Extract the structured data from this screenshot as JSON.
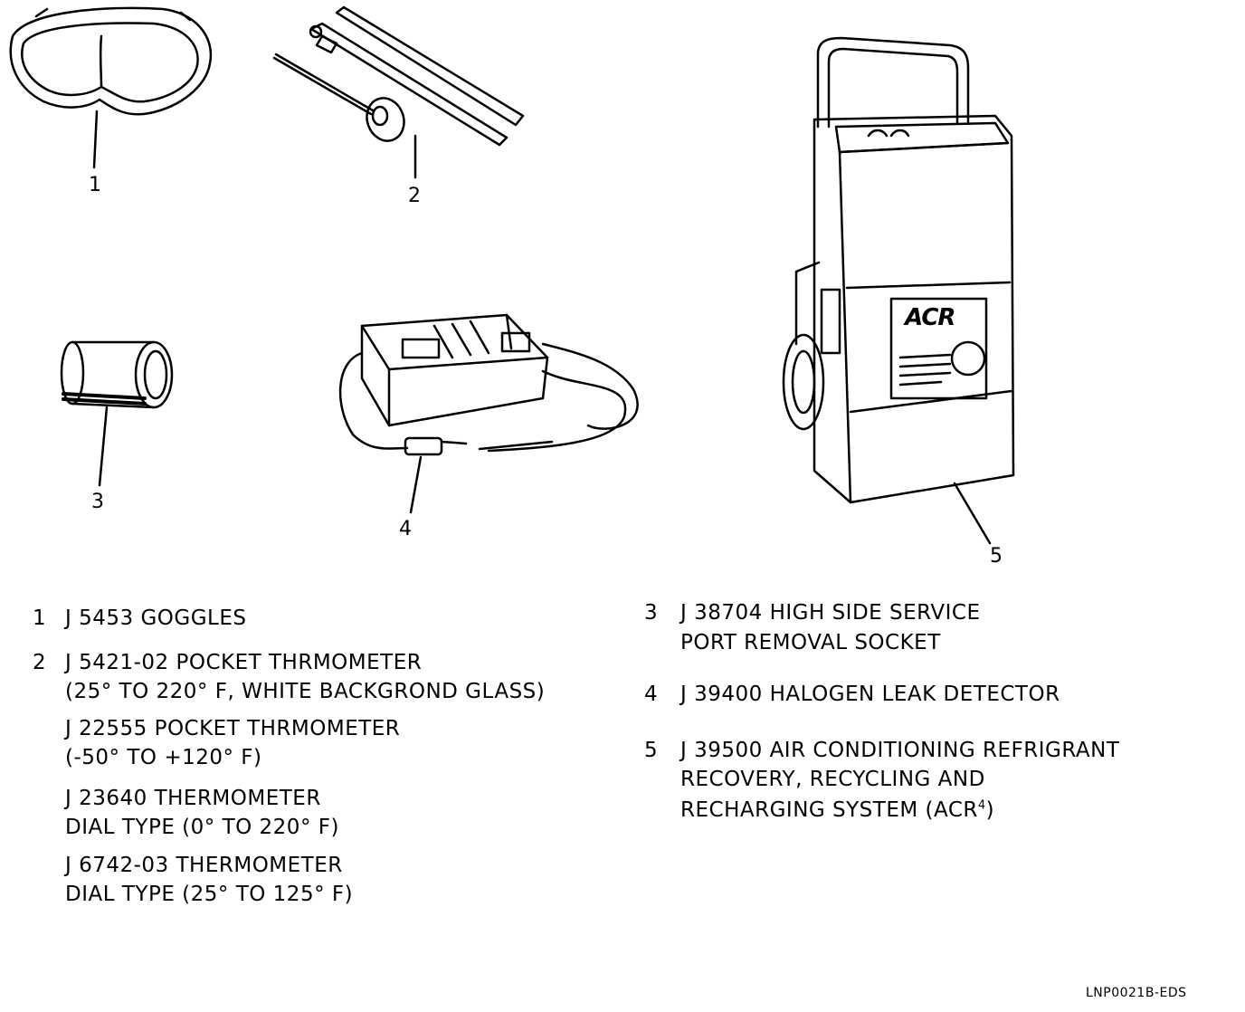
{
  "callouts": [
    "1",
    "2",
    "3",
    "4",
    "5"
  ],
  "legend": {
    "item1": {
      "num": "1",
      "text": "J 5453 GOGGLES"
    },
    "item2": {
      "num": "2",
      "lines": [
        "J 5421-02 POCKET THRMOMETER",
        "(25° TO 220° F, WHITE BACKGROND GLASS)",
        "J 22555 POCKET THRMOMETER",
        "(-50° TO +120° F)",
        "J 23640 THERMOMETER",
        "DIAL TYPE (0° TO 220° F)",
        "J 6742-03 THERMOMETER",
        "DIAL TYPE (25° TO 125° F)"
      ]
    },
    "item3": {
      "num": "3",
      "lines": [
        "J 38704 HIGH SIDE SERVICE",
        "PORT REMOVAL SOCKET"
      ]
    },
    "item4": {
      "num": "4",
      "text": "J 39400 HALOGEN LEAK DETECTOR"
    },
    "item5": {
      "num": "5",
      "lines": [
        "J 39500 AIR CONDITIONING REFRIGRANT",
        "RECOVERY, RECYCLING AND",
        "RECHARGING SYSTEM (ACR"
      ],
      "sup": "4",
      "tail": ")"
    }
  },
  "machine_label": "ACR",
  "drawing_code": "LNP0021B-EDS"
}
